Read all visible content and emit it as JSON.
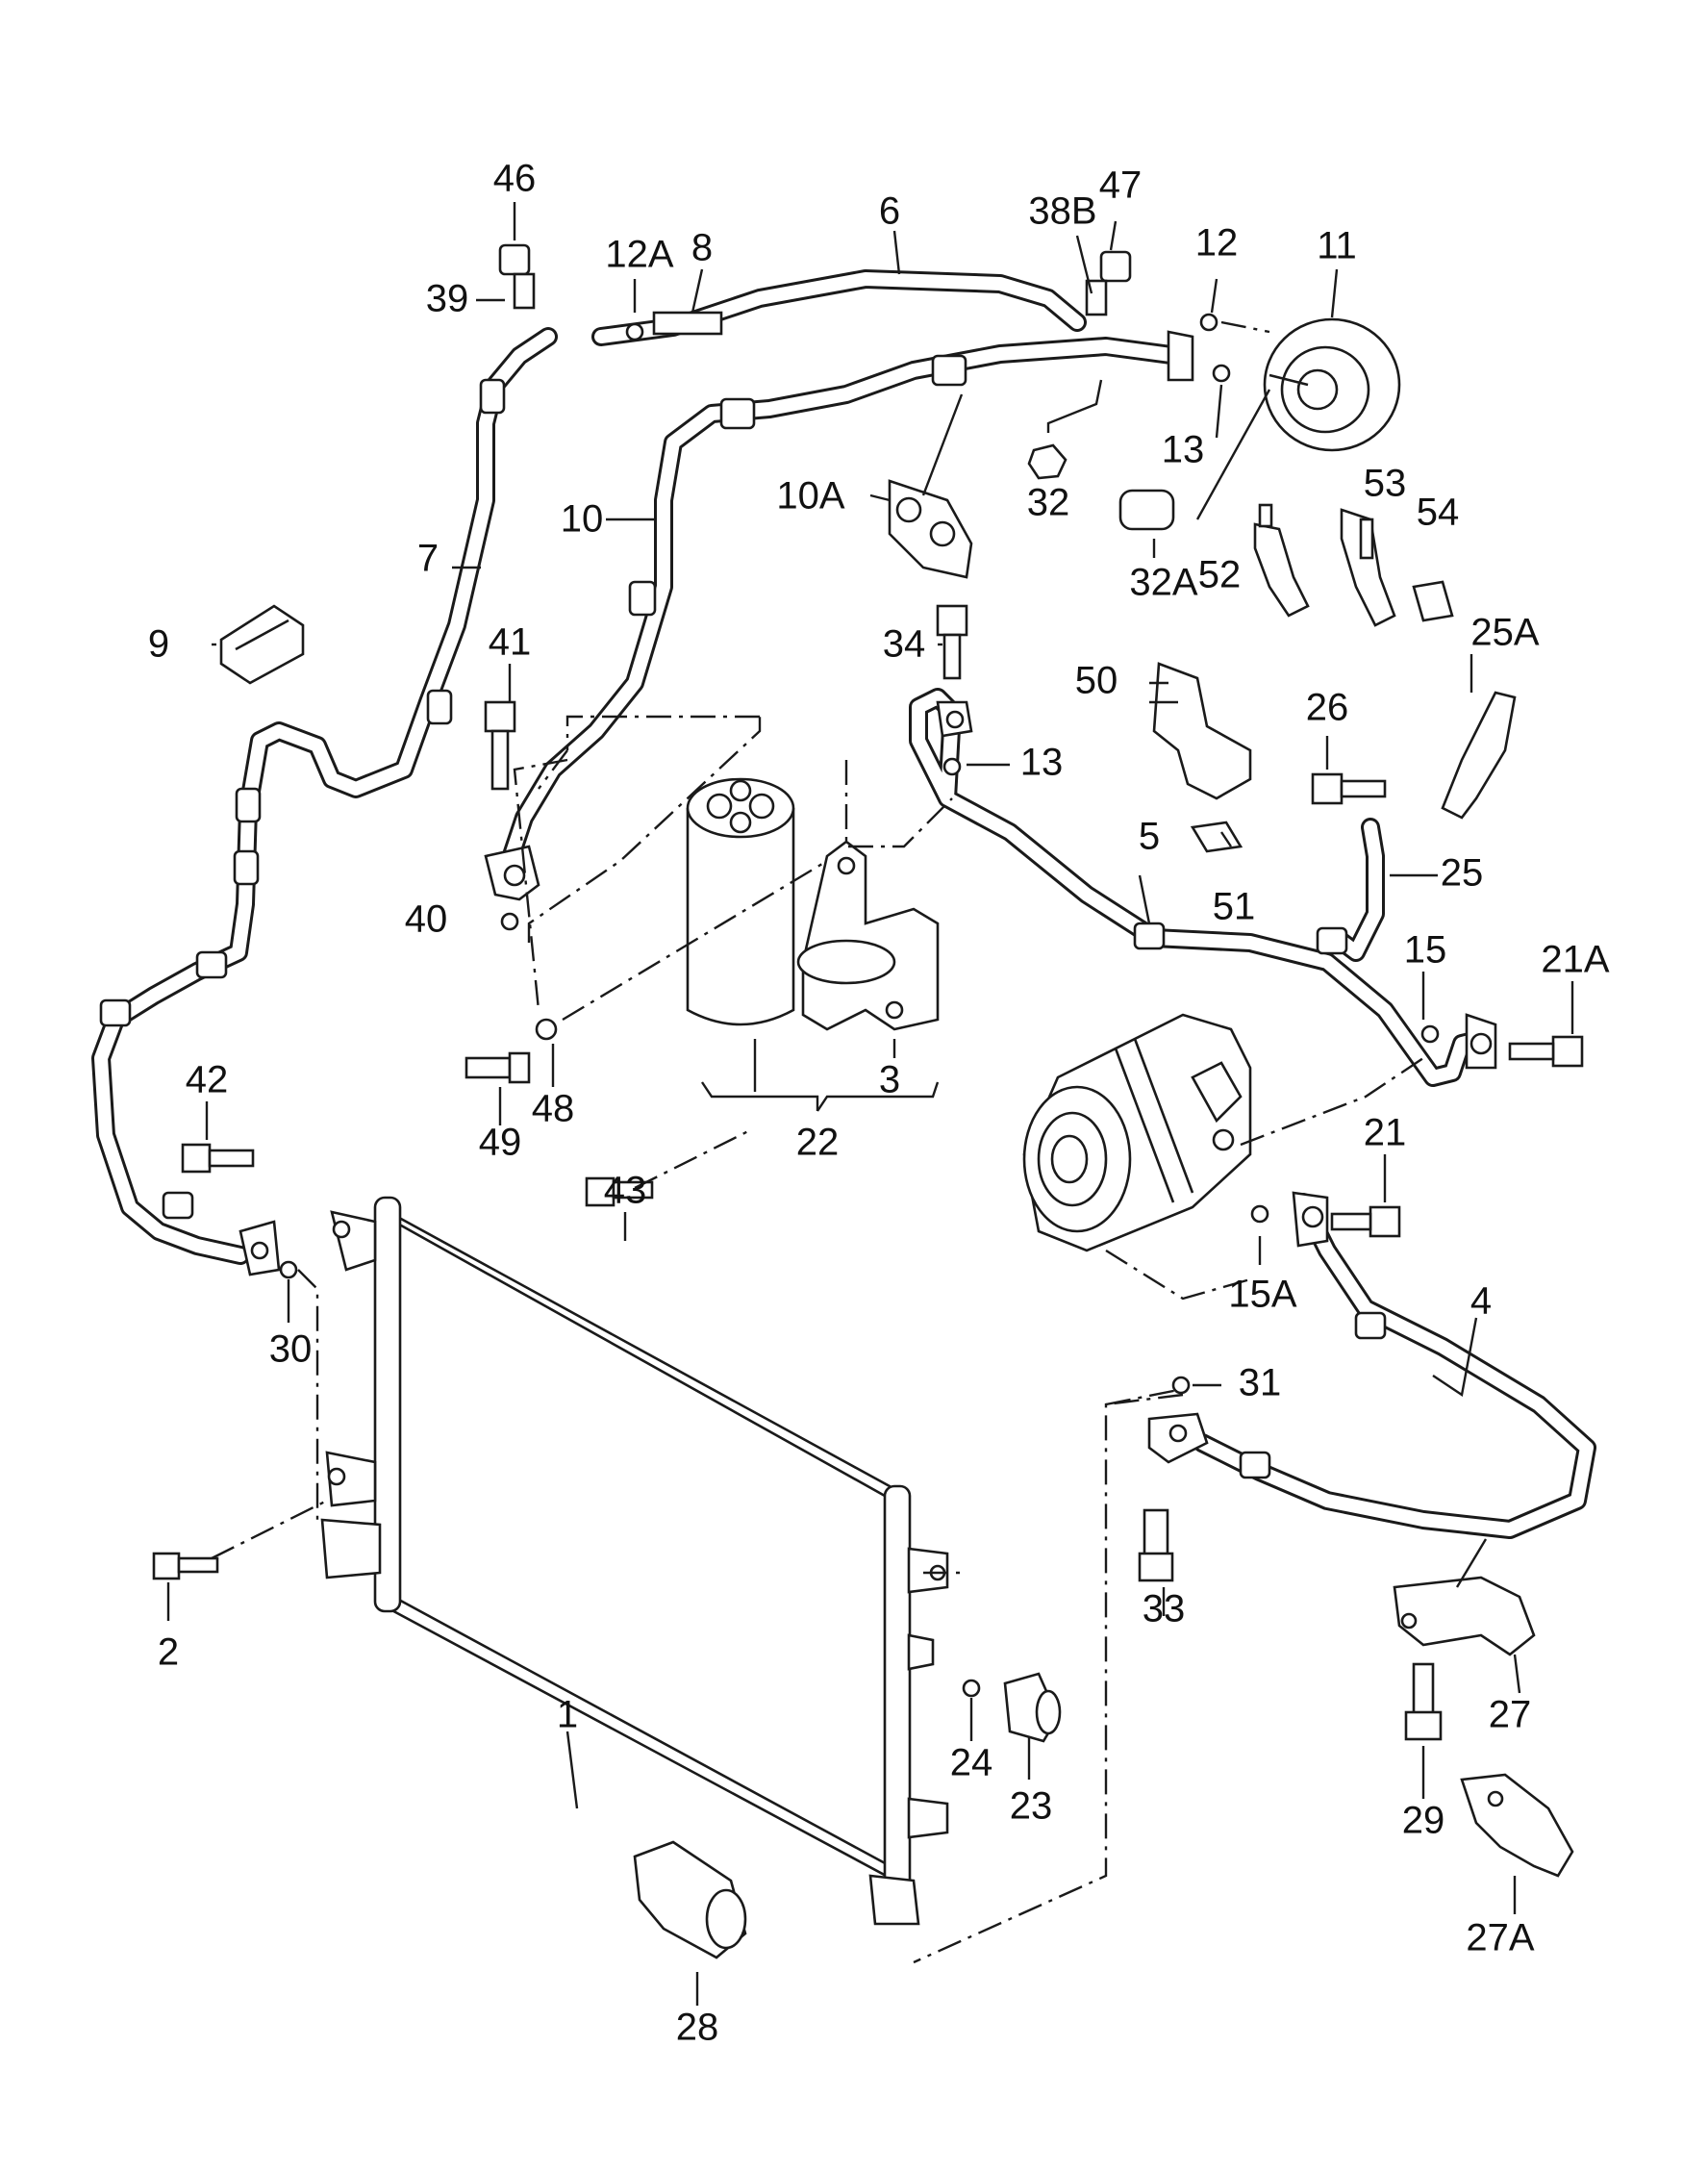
{
  "diagram": {
    "title": "",
    "labels": {
      "p1": "1",
      "p2": "2",
      "p3": "3",
      "p4": "4",
      "p5": "5",
      "p6": "6",
      "p7": "7",
      "p8": "8",
      "p9": "9",
      "p10": "10",
      "p10A": "10A",
      "p11": "11",
      "p12": "12",
      "p12A": "12A",
      "p13a": "13",
      "p13b": "13",
      "p15": "15",
      "p15A": "15A",
      "p21": "21",
      "p21A": "21A",
      "p22": "22",
      "p23": "23",
      "p24": "24",
      "p25": "25",
      "p25A": "25A",
      "p26": "26",
      "p27": "27",
      "p27A": "27A",
      "p28": "28",
      "p29": "29",
      "p30": "30",
      "p31": "31",
      "p32": "32",
      "p32A": "32A",
      "p33": "33",
      "p34": "34",
      "p38B": "38B",
      "p39": "39",
      "p40": "40",
      "p41": "41",
      "p42": "42",
      "p43": "43",
      "p46": "46",
      "p47": "47",
      "p48": "48",
      "p49": "49",
      "p50": "50",
      "p51": "51",
      "p52": "52",
      "p53": "53",
      "p54": "54"
    }
  }
}
